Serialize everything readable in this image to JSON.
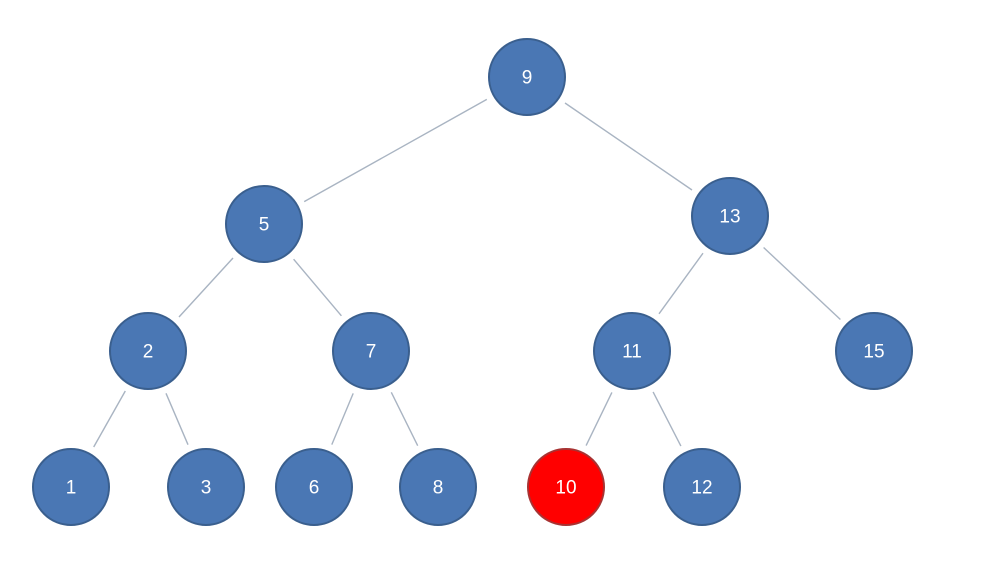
{
  "diagram": {
    "type": "binary-search-tree",
    "colors": {
      "node_fill": "#4a77b4",
      "node_stroke": "#3a5f8e",
      "highlight_fill": "#ff0000",
      "highlight_stroke": "#a83232",
      "edge": "#a9b4c2",
      "label": "#ffffff"
    },
    "nodes": [
      {
        "id": "n9",
        "label": "9",
        "highlighted": false
      },
      {
        "id": "n5",
        "label": "5",
        "highlighted": false
      },
      {
        "id": "n13",
        "label": "13",
        "highlighted": false
      },
      {
        "id": "n2",
        "label": "2",
        "highlighted": false
      },
      {
        "id": "n7",
        "label": "7",
        "highlighted": false
      },
      {
        "id": "n11",
        "label": "11",
        "highlighted": false
      },
      {
        "id": "n15",
        "label": "15",
        "highlighted": false
      },
      {
        "id": "n1",
        "label": "1",
        "highlighted": false
      },
      {
        "id": "n3",
        "label": "3",
        "highlighted": false
      },
      {
        "id": "n6",
        "label": "6",
        "highlighted": false
      },
      {
        "id": "n8",
        "label": "8",
        "highlighted": false
      },
      {
        "id": "n10",
        "label": "10",
        "highlighted": true
      },
      {
        "id": "n12",
        "label": "12",
        "highlighted": false
      }
    ],
    "edges": [
      {
        "from": "n9",
        "to": "n5"
      },
      {
        "from": "n9",
        "to": "n13"
      },
      {
        "from": "n5",
        "to": "n2"
      },
      {
        "from": "n5",
        "to": "n7"
      },
      {
        "from": "n13",
        "to": "n11"
      },
      {
        "from": "n13",
        "to": "n15"
      },
      {
        "from": "n2",
        "to": "n1"
      },
      {
        "from": "n2",
        "to": "n3"
      },
      {
        "from": "n7",
        "to": "n6"
      },
      {
        "from": "n7",
        "to": "n8"
      },
      {
        "from": "n11",
        "to": "n10"
      },
      {
        "from": "n11",
        "to": "n12"
      }
    ]
  }
}
